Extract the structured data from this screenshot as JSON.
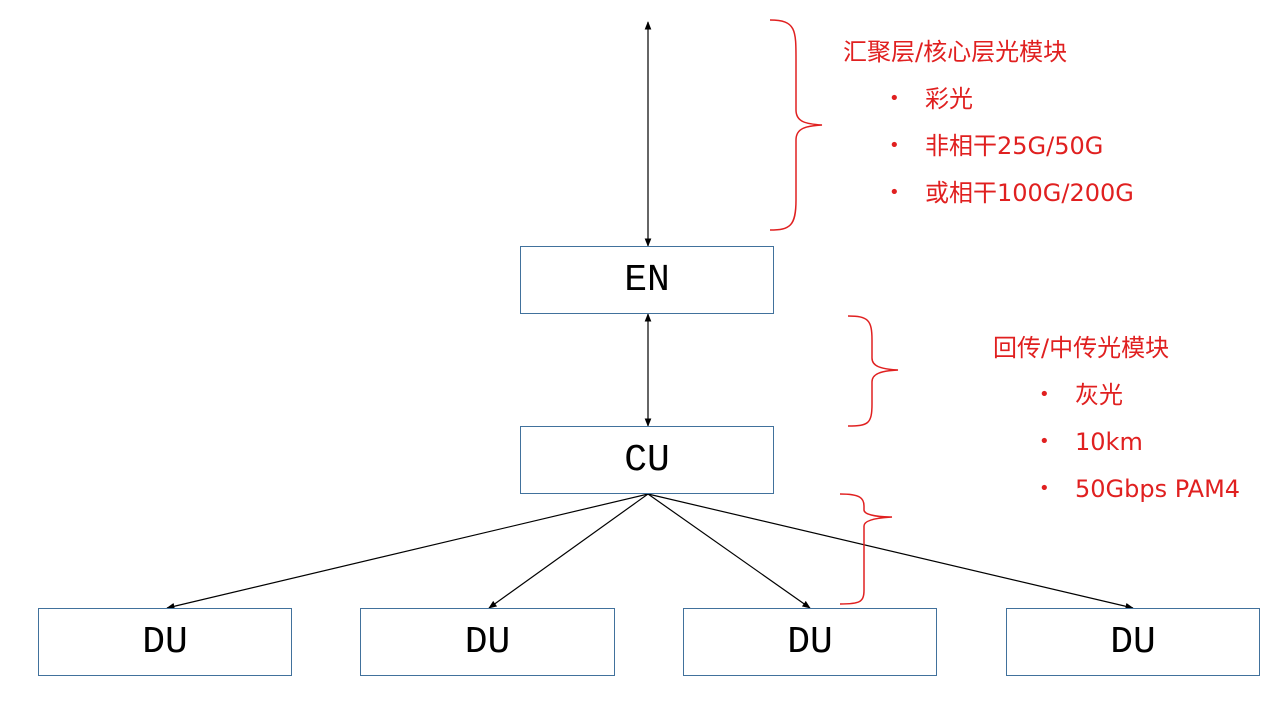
{
  "nodes": {
    "en": "EN",
    "cu": "CU",
    "du": [
      "DU",
      "DU",
      "DU",
      "DU"
    ]
  },
  "annotations": {
    "upper": {
      "title": "汇聚层/核心层光模块",
      "items": [
        "彩光",
        "非相干25G/50G",
        "或相干100G/200G"
      ]
    },
    "lower": {
      "title": "回传/中传光模块",
      "items": [
        "灰光",
        "10km",
        "50Gbps PAM4"
      ]
    }
  },
  "colors": {
    "annotation": "#e02020",
    "box_border": "#41719c",
    "line": "#000000"
  }
}
